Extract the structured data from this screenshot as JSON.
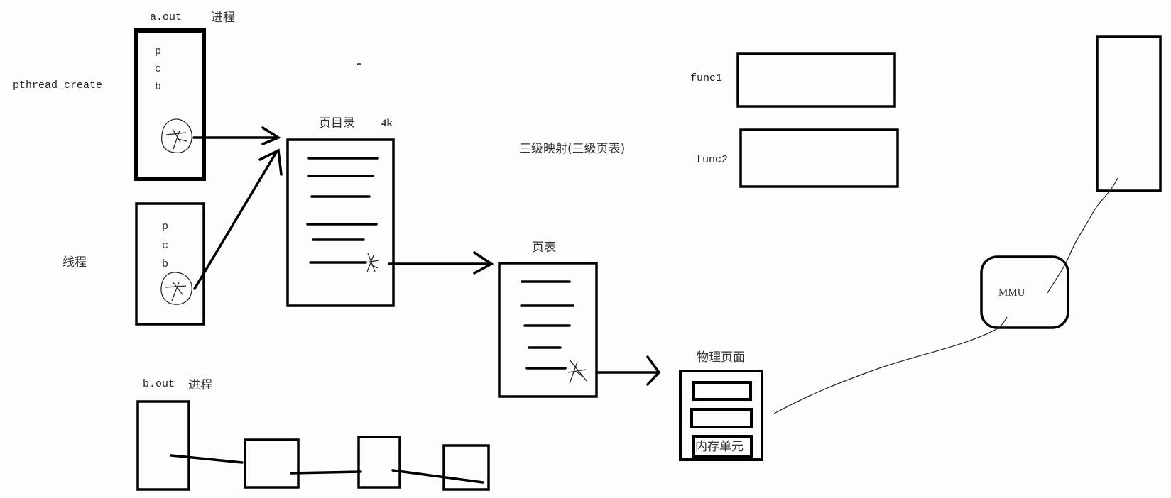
{
  "process_a": {
    "name": "a.out",
    "kind": "进程",
    "pcb_letters": [
      "p",
      "c",
      "b"
    ],
    "side_label": "pthread_create",
    "icon": "tangle-circle-icon"
  },
  "thread": {
    "side_label": "线程",
    "pcb_letters": [
      "p",
      "c",
      "b"
    ],
    "icon": "tangle-circle-icon"
  },
  "page_directory": {
    "title": "页目录",
    "size": "4k",
    "entries": 6
  },
  "page_table": {
    "title": "页表",
    "entries": 5
  },
  "physical_page": {
    "title": "物理页面",
    "cell_label": "内存单元",
    "cells": 3
  },
  "mapping_note": "三级映射(三级页表)",
  "functions": [
    {
      "label": "func1"
    },
    {
      "label": "func2"
    }
  ],
  "mmu": {
    "label": "MMU"
  },
  "process_b": {
    "name": "b.out",
    "kind": "进程",
    "chain_nodes": 4
  },
  "colors": {
    "background": "#fdfdfd",
    "stroke": "#000000",
    "text": "#333333"
  }
}
